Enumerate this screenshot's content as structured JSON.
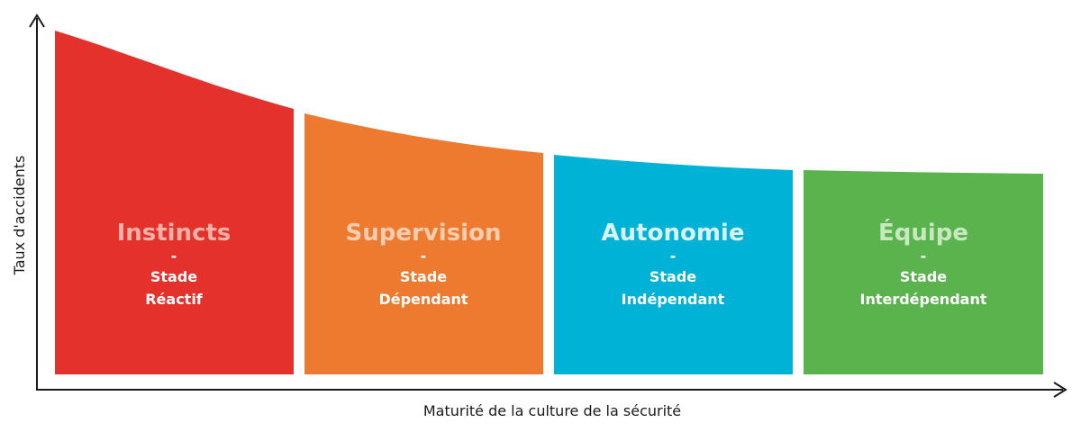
{
  "axes": {
    "y_label": "Taux d'accidents",
    "x_label": "Maturité de la culture de la sécurité",
    "color": "#1a1a1a"
  },
  "stages": [
    {
      "title": "Instincts",
      "separator": "-",
      "line1": "Stade",
      "line2": "Réactif",
      "color": "#e5312b",
      "title_color": "#f7b0a6"
    },
    {
      "title": "Supervision",
      "separator": "-",
      "line1": "Stade",
      "line2": "Dépendant",
      "color": "#ee7a30",
      "title_color": "#f9cdb0"
    },
    {
      "title": "Autonomie",
      "separator": "-",
      "line1": "Stade",
      "line2": "Indépendant",
      "color": "#00b3d6",
      "title_color": "#d9f3fa"
    },
    {
      "title": "Équipe",
      "separator": "-",
      "line1": "Stade",
      "line2": "Interdépendant",
      "color": "#5bb34e",
      "title_color": "#c9e8c2"
    }
  ]
}
